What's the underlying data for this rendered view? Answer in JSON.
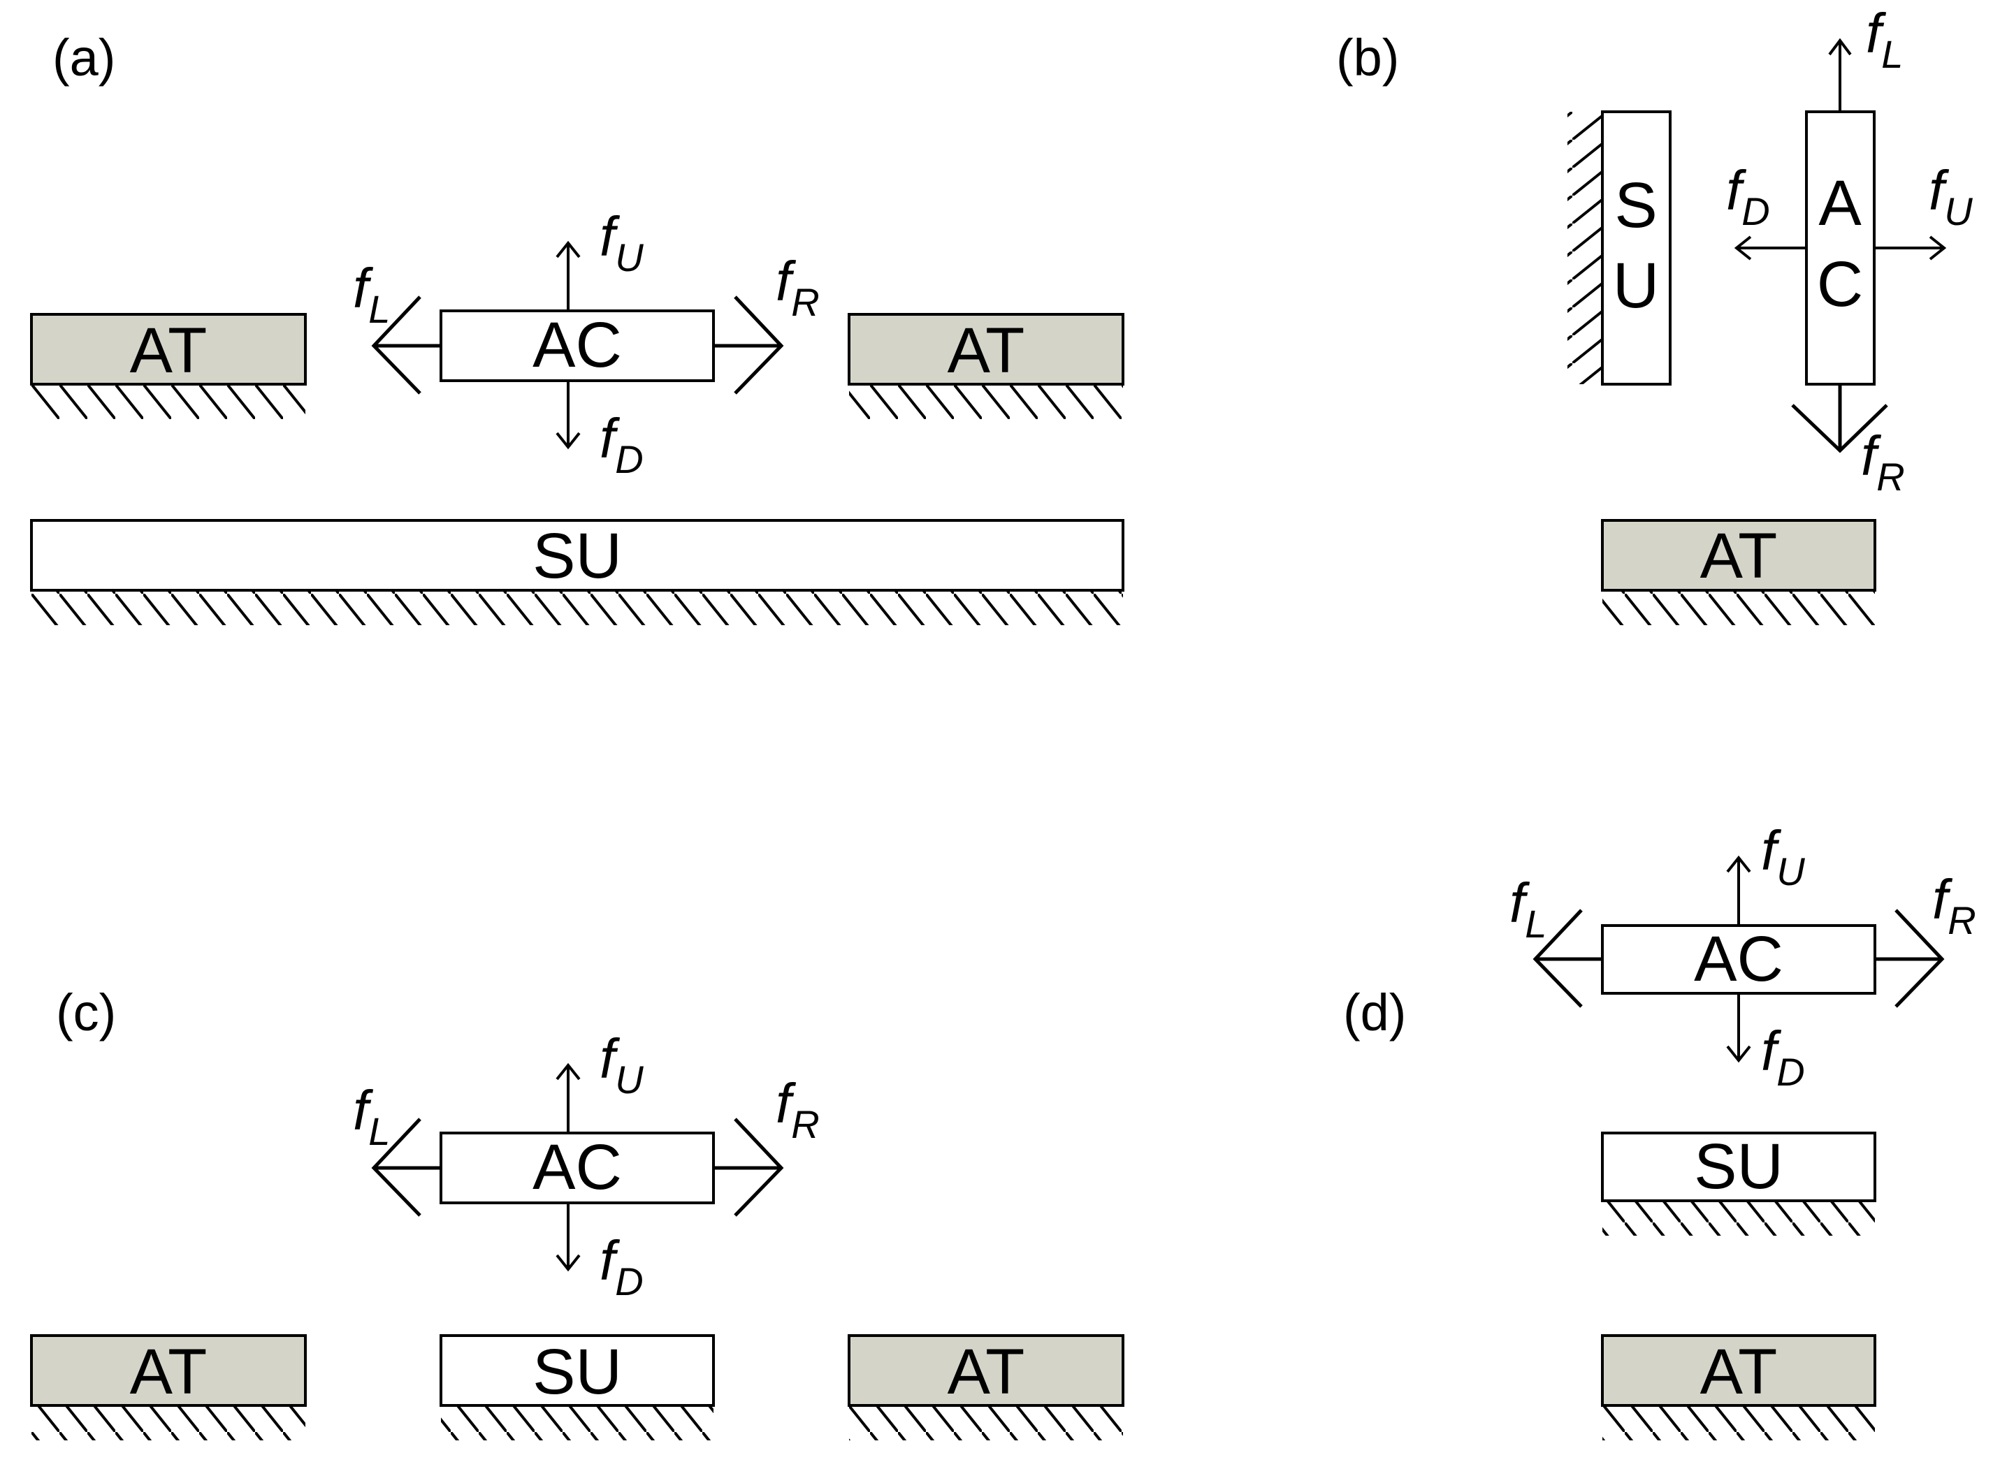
{
  "colors": {
    "attractor_fill": "#d4d5c8",
    "block_fill": "#ffffff",
    "stroke": "#000000",
    "background": "#ffffff"
  },
  "panels": {
    "a": {
      "label": "(a)"
    },
    "b": {
      "label": "(b)"
    },
    "c": {
      "label": "(c)"
    },
    "d": {
      "label": "(d)"
    }
  },
  "blocks": {
    "at": "AT",
    "ac": "AC",
    "su": "SU",
    "s": "S",
    "u": "U",
    "a": "A",
    "c": "C"
  },
  "forces": {
    "f": "f",
    "up": "U",
    "down": "D",
    "left": "L",
    "right": "R"
  }
}
